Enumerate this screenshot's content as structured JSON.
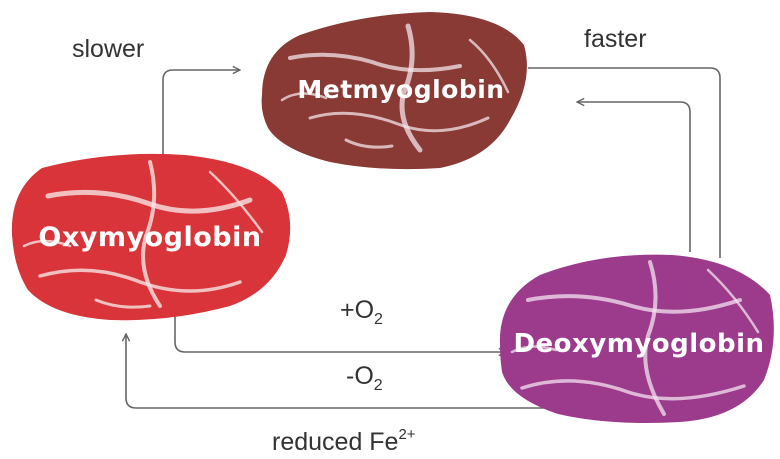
{
  "labels": {
    "slower": "slower",
    "faster": "faster",
    "plus_o2_main": "+O",
    "plus_o2_sub": "2",
    "minus_o2_main": "-O",
    "minus_o2_sub": "2",
    "reduced_main": "reduced Fe",
    "reduced_sup": "2+"
  },
  "states": {
    "metmyoglobin": {
      "label": "Metmyoglobin",
      "color": "#8a3a35"
    },
    "oxymyoglobin": {
      "label": "Oxymyoglobin",
      "color": "#d8343a"
    },
    "deoxymyoglobin": {
      "label": "Deoxymyoglobin",
      "color": "#9c3a8c"
    }
  },
  "colors": {
    "arrow": "#666666",
    "text": "#333333",
    "marbling": "#f3e6ea"
  }
}
